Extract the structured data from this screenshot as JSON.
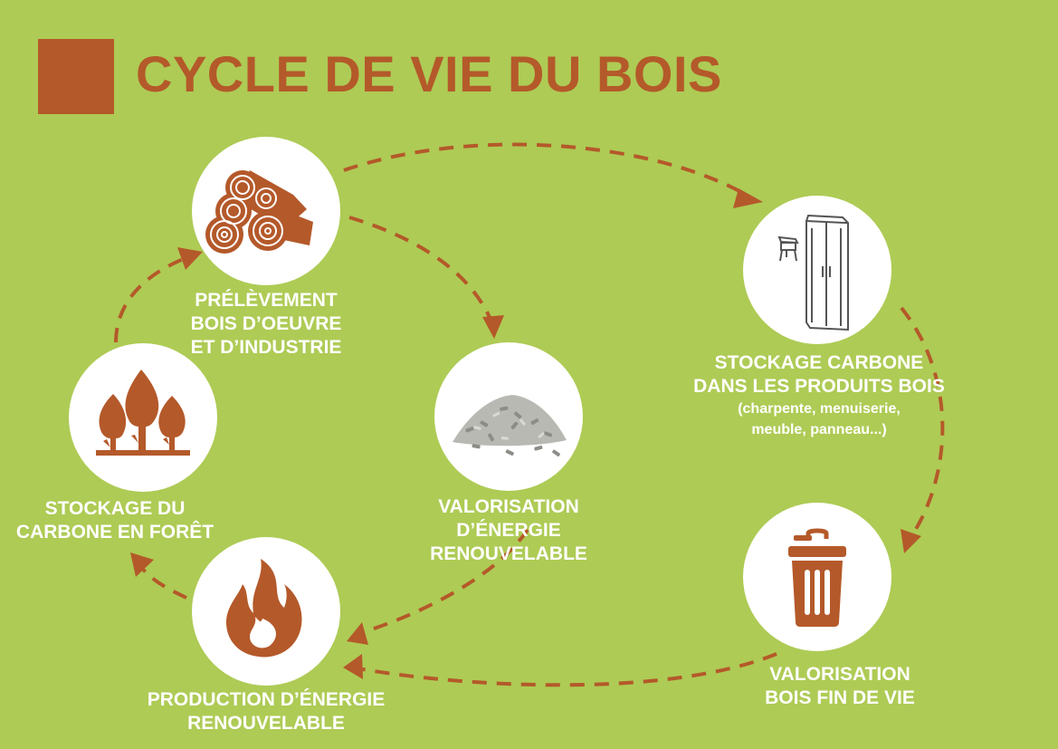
{
  "title": "CYCLE DE VIE DU BOIS",
  "colors": {
    "background": "#aecb55",
    "accent": "#b4592a",
    "circle": "#ffffff",
    "label": "#ffffff"
  },
  "nodes": {
    "prelevement": {
      "icon": "logs-icon",
      "lines": [
        "PRÉLÈVEMENT",
        "BOIS D’OEUVRE",
        "ET D’INDUSTRIE"
      ]
    },
    "stockage_foret": {
      "icon": "trees-icon",
      "lines": [
        "STOCKAGE DU",
        "CARBONE EN FORÊT"
      ]
    },
    "production": {
      "icon": "flame-icon",
      "lines": [
        "PRODUCTION D’ÉNERGIE",
        "RENOUVELABLE"
      ]
    },
    "valorisation_energie": {
      "icon": "wood-pellets-icon",
      "lines": [
        "VALORISATION",
        "D’ÉNERGIE",
        "RENOUVELABLE"
      ]
    },
    "stockage_produits": {
      "icon": "wardrobe-icon",
      "lines": [
        "STOCKAGE CARBONE",
        "DANS LES PRODUITS BOIS"
      ],
      "sub_lines": [
        "(charpente, menuiserie,",
        "meuble, panneau...)"
      ]
    },
    "fin_de_vie": {
      "icon": "trash-bin-icon",
      "lines": [
        "VALORISATION",
        "BOIS FIN DE VIE"
      ]
    }
  }
}
